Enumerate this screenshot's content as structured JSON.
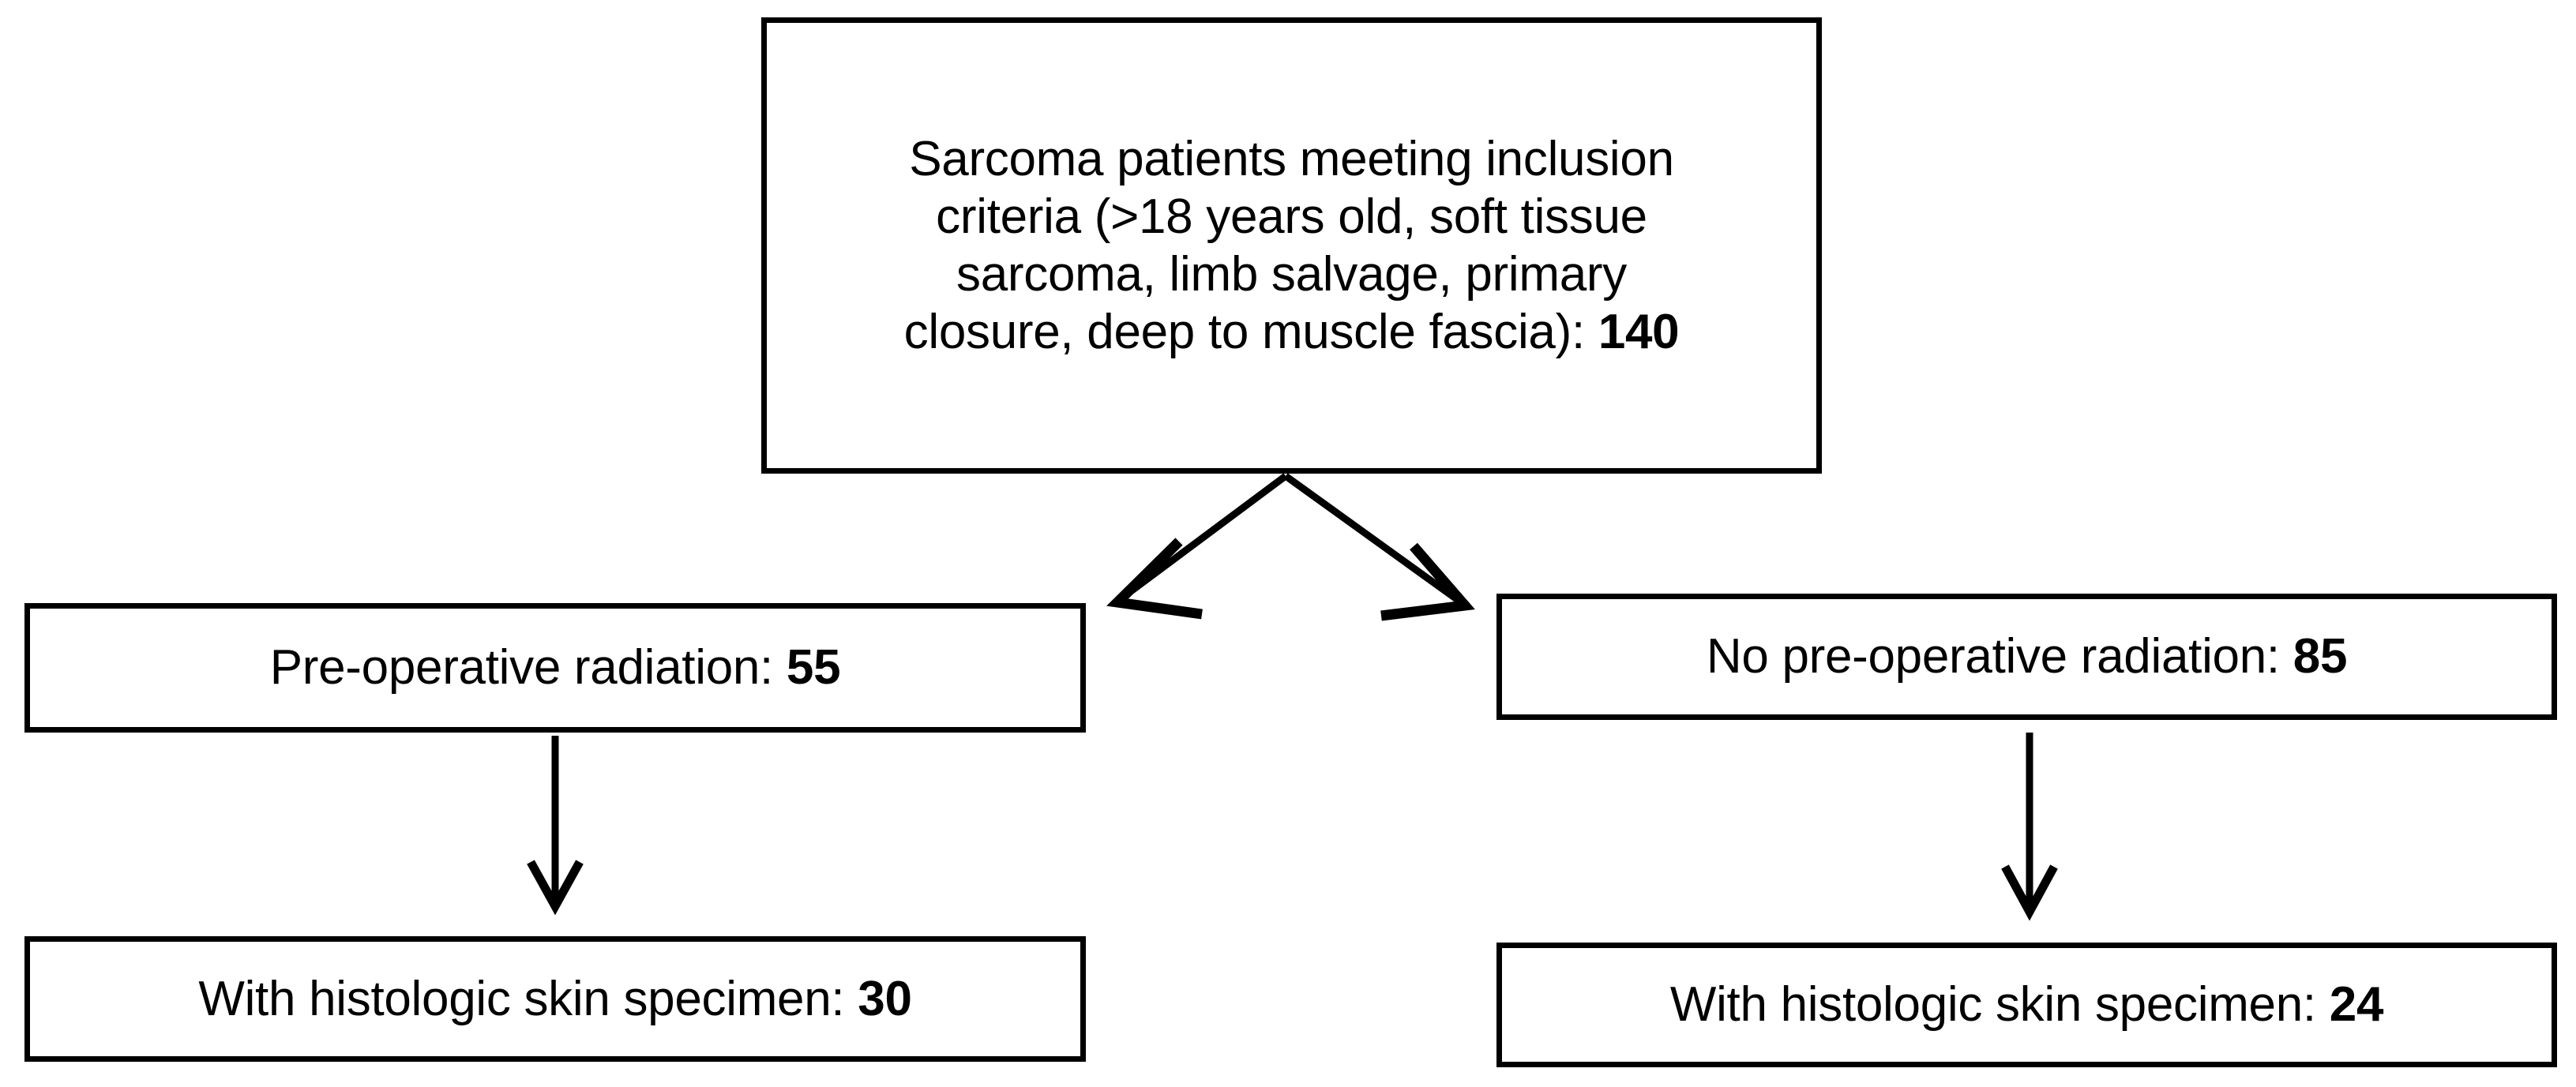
{
  "diagram": {
    "type": "flowchart",
    "title": "Sarcoma patient selection flowchart",
    "nodes": {
      "root": {
        "label": "Sarcoma patients meeting inclusion\ncriteria (>18 years old, soft tissue\nsarcoma, limb salvage, primary\nclosure, deep to muscle fascia): ",
        "count": "140"
      },
      "preop_radiation": {
        "label": "Pre-operative radiation: ",
        "count": "55"
      },
      "no_preop_radiation": {
        "label": "No pre-operative radiation: ",
        "count": "85"
      },
      "preop_specimen": {
        "label": "With histologic skin specimen: ",
        "count": "30"
      },
      "no_preop_specimen": {
        "label": "With histologic skin specimen: ",
        "count": "24"
      }
    },
    "edges": [
      {
        "from": "root",
        "to": "preop_radiation",
        "style": "diagonal-arrow-left"
      },
      {
        "from": "root",
        "to": "no_preop_radiation",
        "style": "diagonal-arrow-right"
      },
      {
        "from": "preop_radiation",
        "to": "preop_specimen",
        "style": "vertical-arrow"
      },
      {
        "from": "no_preop_radiation",
        "to": "no_preop_specimen",
        "style": "vertical-arrow"
      }
    ],
    "colors": {
      "background": "#ffffff",
      "box_border": "#000000",
      "text": "#000000",
      "connector": "#000000"
    }
  }
}
